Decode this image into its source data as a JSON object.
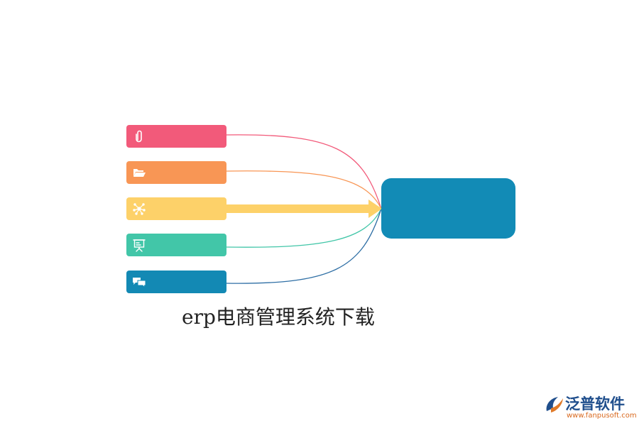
{
  "title": "erp电商管理系统下载",
  "colors": {
    "item1": "#f25a7a",
    "item2": "#f89655",
    "item3": "#fdd169",
    "item4": "#42c6a8",
    "item5": "#1389b4",
    "hub": "#128bb6",
    "arrow": "#fdd169"
  },
  "items": [
    {
      "icon": "paperclip-icon"
    },
    {
      "icon": "folder-icon"
    },
    {
      "icon": "network-icon"
    },
    {
      "icon": "presentation-board-icon"
    },
    {
      "icon": "chat-bubbles-icon"
    }
  ],
  "logo": {
    "name": "泛普软件",
    "url": "www.fanpusoft.com",
    "mark_icon": "fanpu-logo-icon"
  }
}
